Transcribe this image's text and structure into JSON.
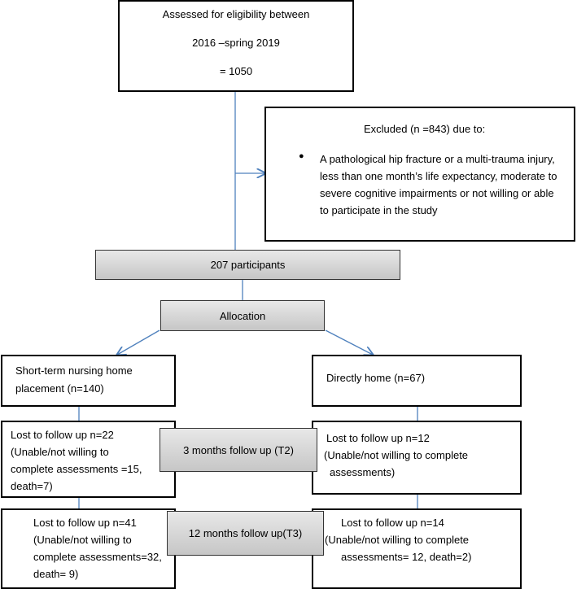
{
  "eligibility": {
    "line1": "Assessed for eligibility between",
    "line2": "2016 –spring 2019",
    "line3": "= 1050"
  },
  "excluded": {
    "title": "Excluded (n =843) due to:",
    "bullet": "●",
    "lines": [
      "A pathological hip fracture or a multi-trauma injury,",
      "less than one month’s life expectancy,  moderate to",
      "severe cognitive impairments or not willing or able",
      "to participate in the study"
    ]
  },
  "participants": {
    "label": "207 participants"
  },
  "allocation": {
    "label": "Allocation"
  },
  "short_term": {
    "line1": "Short-term nursing home",
    "line2": "placement (n=140)"
  },
  "directly_home": {
    "label": "Directly home (n=67)"
  },
  "t2": {
    "label": "3 months follow up (T2)"
  },
  "t3": {
    "label": "12 months follow up(T3)"
  },
  "lost_left_t2": {
    "lines": [
      "Lost to follow up n=22",
      "(Unable/not willing to",
      "complete assessments =15,",
      "death=7)"
    ]
  },
  "lost_right_t2": {
    "lines": [
      "Lost to follow up n=12",
      "(Unable/not willing to complete",
      "assessments)"
    ]
  },
  "lost_left_t3": {
    "lines": [
      "Lost to follow up n=41",
      "(Unable/not willing to",
      "complete assessments=32,",
      "death= 9)"
    ]
  },
  "lost_right_t3": {
    "lines": [
      "Lost to follow up n=14",
      "(Unable/not willing to complete",
      "assessments= 12, death=2)"
    ]
  },
  "colors": {
    "connector": "#4f81bd",
    "box_border": "#000000",
    "gray_fill": "#d4d4d4"
  }
}
